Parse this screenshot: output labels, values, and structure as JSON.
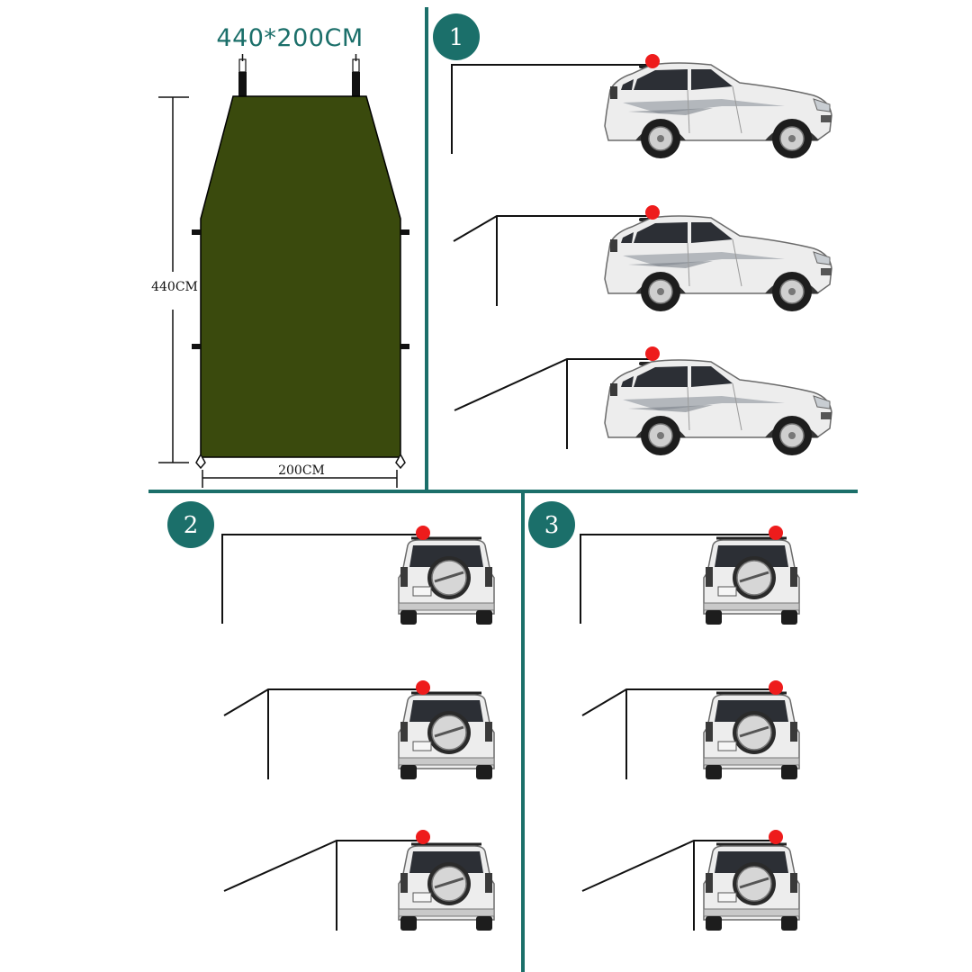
{
  "diagram": {
    "title": "440*200CM",
    "height_label": "440CM",
    "width_label": "200CM",
    "colors": {
      "tarp": "#3a4a0d",
      "divider": "#1b6f6a",
      "badge": "#1b6f6a",
      "anchor_dot": "#ee1c1c",
      "car_body": "#e9e9e9"
    },
    "panels": [
      {
        "badge": "1",
        "view": "car-side"
      },
      {
        "badge": "2",
        "view": "car-rear"
      },
      {
        "badge": "3",
        "view": "car-rear"
      }
    ]
  }
}
